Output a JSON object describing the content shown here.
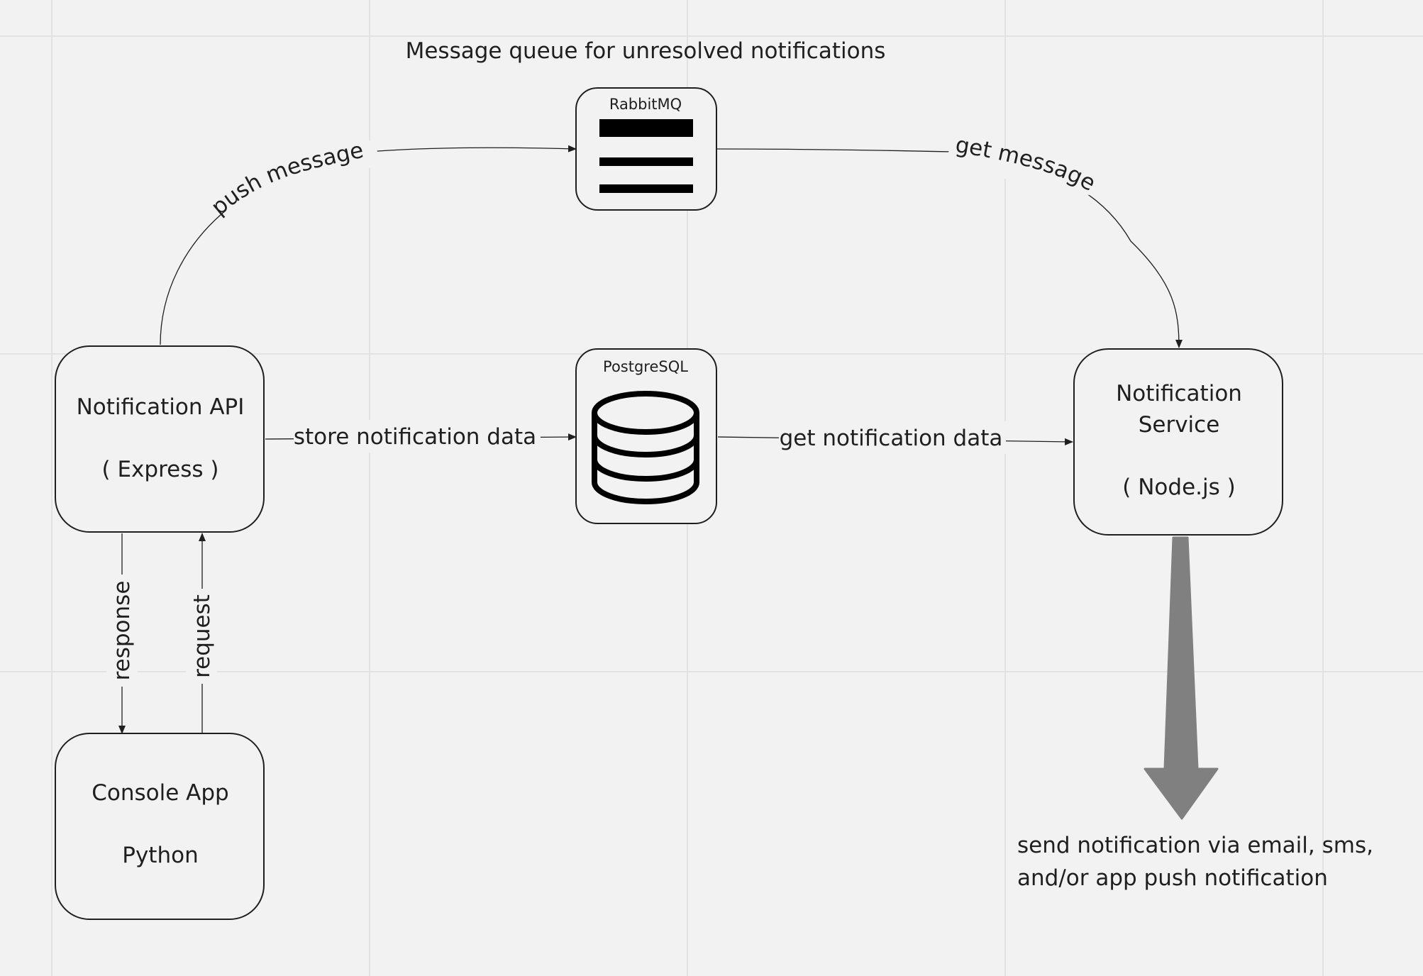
{
  "diagram": {
    "queue_caption": "Message queue for unresolved notifications",
    "nodes": {
      "rabbitmq": {
        "label": "RabbitMQ"
      },
      "postgresql": {
        "label": "PostgreSQL"
      },
      "notification_api": {
        "line1": "Notification API",
        "line2": "( Express )"
      },
      "notification_service": {
        "line1": "Notification",
        "line2": "Service",
        "line3": "( Node.js )"
      },
      "console_app": {
        "line1": "Console App",
        "line2": "Python"
      }
    },
    "edges": {
      "push_message": "push message",
      "get_message": "get message",
      "store_notification_data": "store notification data",
      "get_notification_data": "get notification data",
      "response": "response",
      "request": "request"
    },
    "send_note": {
      "line1": "send notification via email, sms,",
      "line2": "and/or app push notification"
    },
    "colors": {
      "background": "#f2f2f2",
      "grid": "#e2e2e2",
      "stroke": "#1f1f1f",
      "big_arrow": "#808080"
    },
    "icons": {
      "rabbitmq": "queue-bars-icon",
      "postgresql": "database-cylinder-icon"
    }
  }
}
